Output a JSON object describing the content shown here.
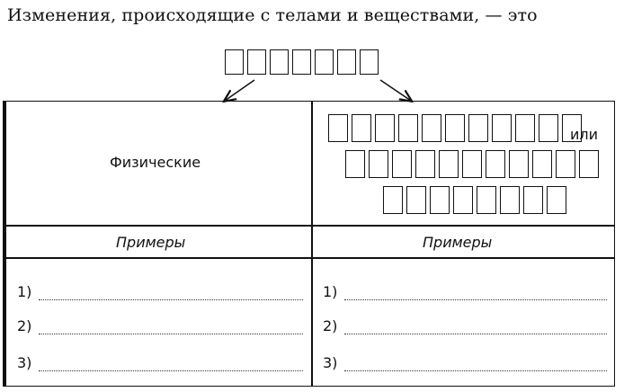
{
  "title": "Изменения, происходящие с телами и веществами, — это",
  "top_boxes_count": 7,
  "left_column": {
    "heading": "Физические",
    "examples_label": "Примеры",
    "items": [
      "1)",
      "2)",
      "3)"
    ]
  },
  "right_column": {
    "box_rows": [
      11,
      11,
      8
    ],
    "or_word": "или",
    "examples_label": "Примеры",
    "items": [
      "1)",
      "2)",
      "3)"
    ]
  }
}
